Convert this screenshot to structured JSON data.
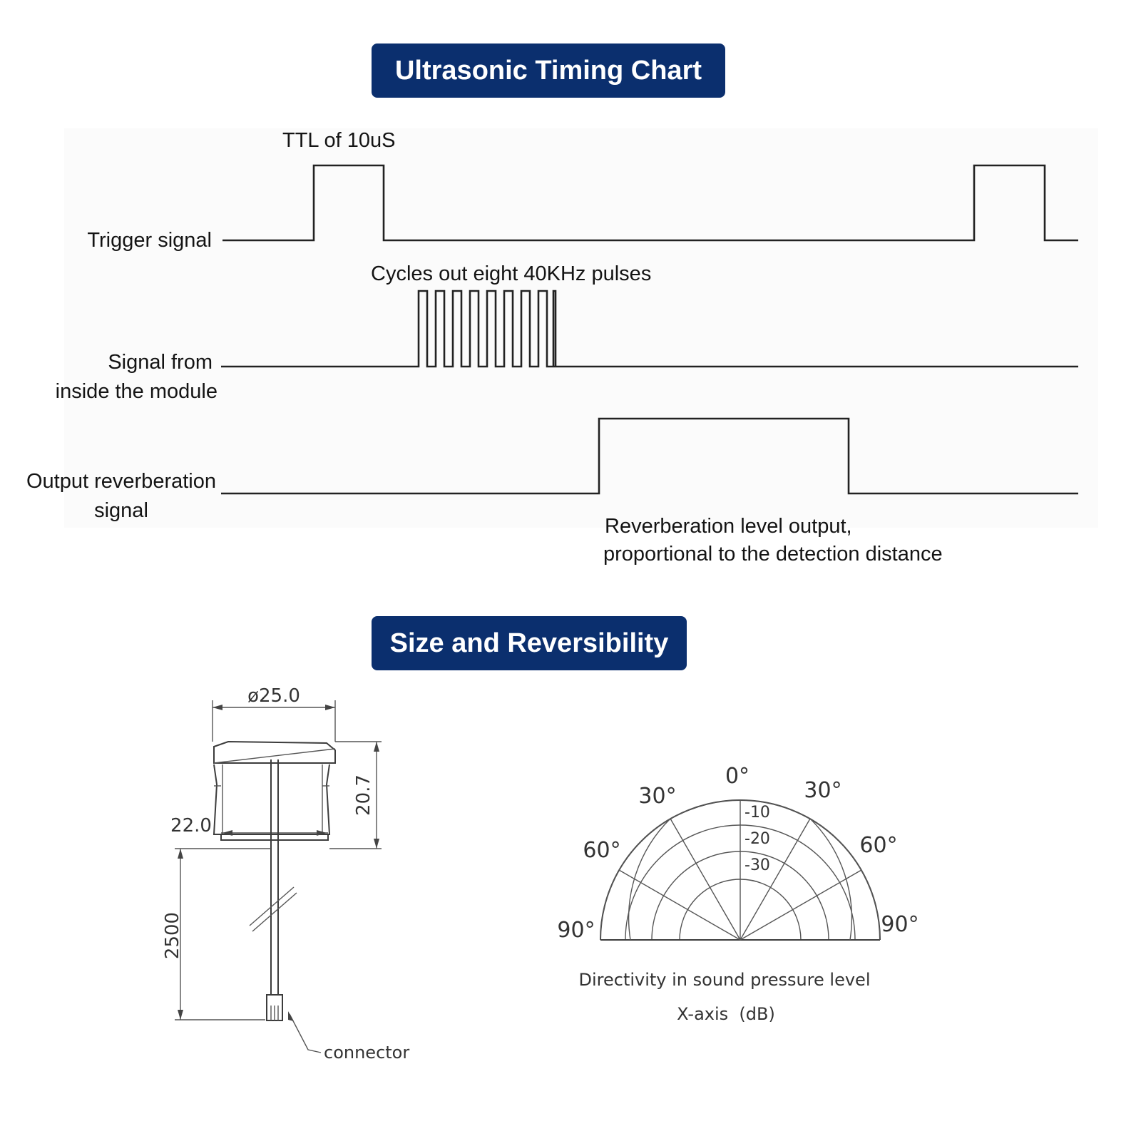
{
  "timing_section": {
    "title": "Ultrasonic Timing Chart",
    "ttl_label": "TTL of 10uS",
    "trigger_label": "Trigger signal",
    "pulses_label": "Cycles out eight 40KHz pulses",
    "internal_label_line1": "Signal from",
    "internal_label_line2": "inside the module",
    "output_label_line1": "Output reverberation",
    "output_label_line2": "signal",
    "reverb_note_line1": "Reverberation level output,",
    "reverb_note_line2": "proportional to the detection distance"
  },
  "size_section": {
    "title": "Size and Reversibility",
    "dim_diameter": "ø25.0",
    "dim_height": "20.7",
    "dim_inner": "22.0",
    "dim_cable": "2500",
    "connector_label": "connector"
  },
  "directivity": {
    "angle_0": "0°",
    "angle_30_left": "30°",
    "angle_30_right": "30°",
    "angle_60_left": "60°",
    "angle_60_right": "60°",
    "angle_90_left": "90°",
    "angle_90_right": "90°",
    "ring_10": "-10",
    "ring_20": "-20",
    "ring_30": "-30",
    "caption_line1": "Directivity in sound pressure level",
    "caption_line2": "X-axis  (dB)"
  },
  "colors": {
    "banner_bg": "#0b2f6e",
    "banner_text": "#ffffff",
    "line": "#222222"
  },
  "icons": {
    "sensor_drawing": "ultrasonic-transducer-drawing"
  }
}
